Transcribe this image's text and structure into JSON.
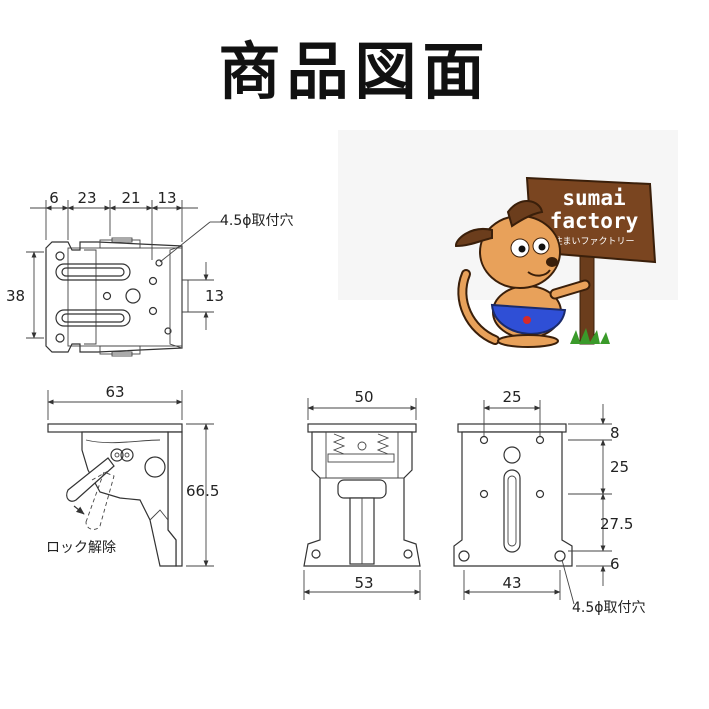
{
  "title": "商品図面",
  "logo": {
    "line1": "sumai",
    "line2": "factory",
    "line3": "住まいファクトリー"
  },
  "top_view": {
    "dims_top": [
      "6",
      "23",
      "21",
      "13"
    ],
    "dim_left": "38",
    "dim_right": "13",
    "hole_label": "4.5ϕ取付穴"
  },
  "side_view": {
    "dim_top": "63",
    "dim_right": "66.5",
    "lock_label": "ロック解除"
  },
  "front_view": {
    "dim_top": "50",
    "dim_bottom": "53"
  },
  "back_view": {
    "dim_top": "25",
    "dims_right": [
      "8",
      "25",
      "27.5",
      "6"
    ],
    "dim_bottom": "43",
    "hole_label": "4.5ϕ取付穴"
  }
}
